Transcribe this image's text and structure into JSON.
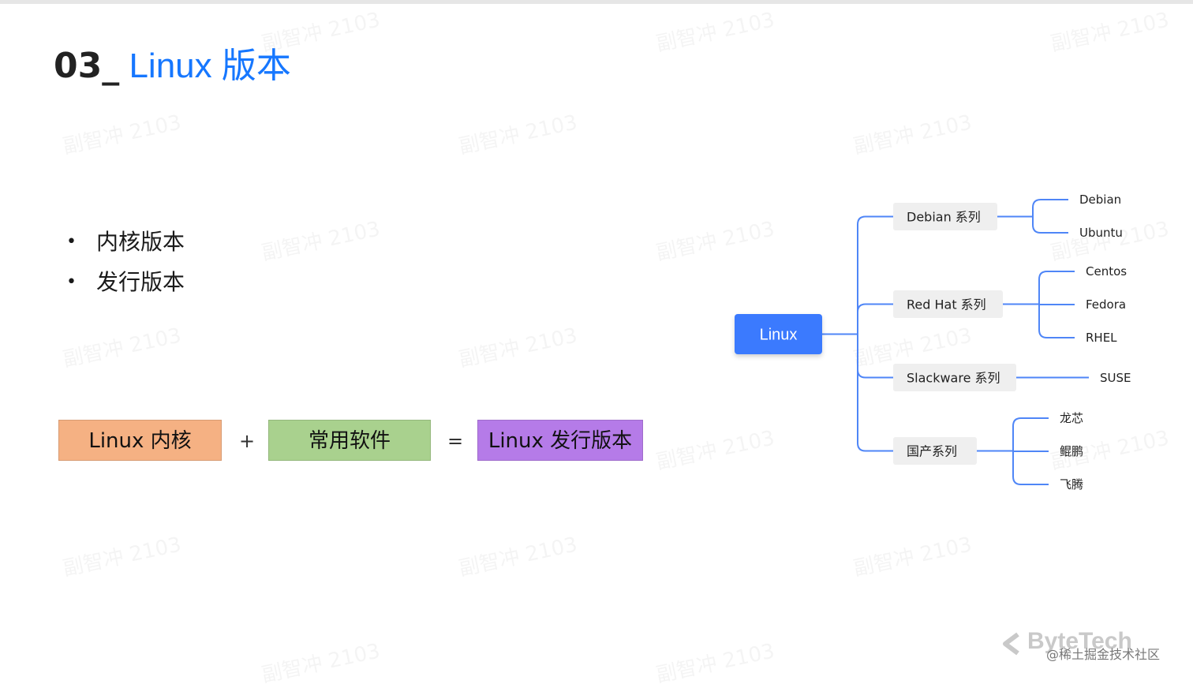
{
  "slide": {
    "title_number": "03",
    "title_separator": "_",
    "title_text": " Linux 版本"
  },
  "bullets": [
    "内核版本",
    "发行版本"
  ],
  "formula": {
    "kernel": "Linux 内核",
    "plus": "+",
    "software": "常用软件",
    "equals": "=",
    "distribution": "Linux 发行版本"
  },
  "mindmap": {
    "root": "Linux",
    "branches": [
      {
        "label": "Debian 系列",
        "children": [
          "Debian",
          "Ubuntu"
        ]
      },
      {
        "label": "Red Hat 系列",
        "children": [
          "Centos",
          "Fedora",
          "RHEL"
        ]
      },
      {
        "label": "Slackware 系列",
        "children": [
          "SUSE"
        ]
      },
      {
        "label": "国产系列",
        "children": [
          "龙芯",
          "鲲鹏",
          "飞腾"
        ]
      }
    ]
  },
  "watermark_text": "副智冲 2103",
  "brand": {
    "name": "ByteTech",
    "credit": "@稀土掘金技术社区"
  },
  "colors": {
    "title_accent": "#1677ff",
    "root_node": "#3a7afe",
    "connector": "#4f86f7",
    "branch_node": "#efefef",
    "kernel_box": "#f5b183",
    "software_box": "#a9d18e",
    "distribution_box": "#b57be8"
  }
}
